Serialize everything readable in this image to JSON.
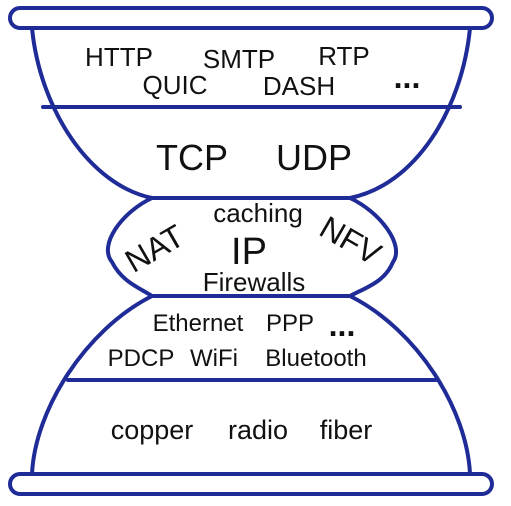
{
  "colors": {
    "outline": "#1f2b96",
    "text": "#111111",
    "background": "#ffffff"
  },
  "layers": {
    "application": {
      "row1": [
        "HTTP",
        "SMTP",
        "RTP"
      ],
      "row2": [
        "QUIC",
        "DASH"
      ],
      "more": "..."
    },
    "transport": {
      "items": [
        "TCP",
        "UDP"
      ]
    },
    "network": {
      "top": "caching",
      "left": "NAT",
      "center": "IP",
      "right": "NFV",
      "bottom": "Firewalls"
    },
    "link": {
      "row1": [
        "Ethernet",
        "PPP"
      ],
      "more": "...",
      "row2": [
        "PDCP",
        "WiFi",
        "Bluetooth"
      ]
    },
    "physical": {
      "items": [
        "copper",
        "radio",
        "fiber"
      ]
    }
  }
}
